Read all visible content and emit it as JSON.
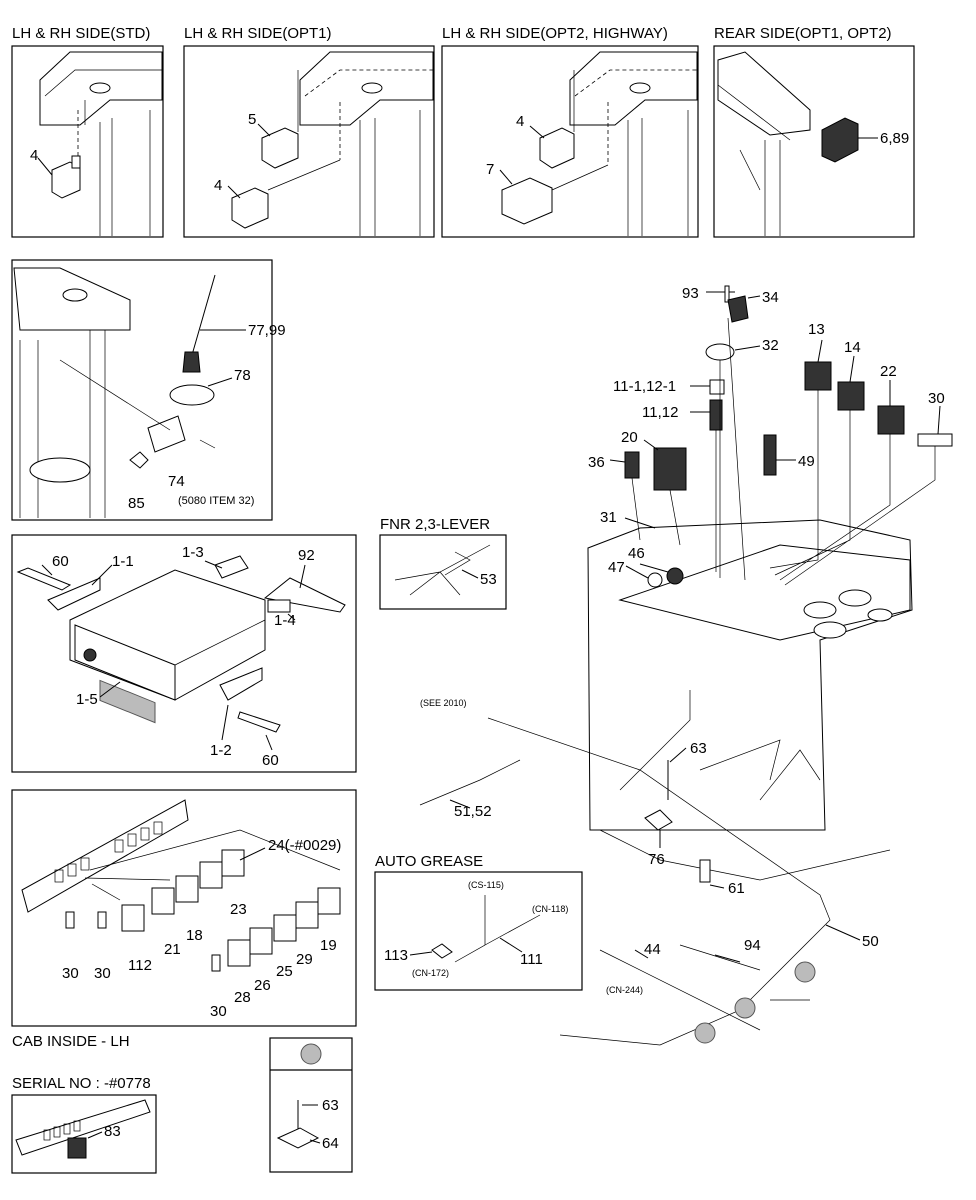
{
  "panels": {
    "std": {
      "title": "LH & RH SIDE(STD)",
      "parts": [
        "4"
      ]
    },
    "opt1": {
      "title": "LH & RH SIDE(OPT1)",
      "parts": [
        "5",
        "4"
      ]
    },
    "opt2": {
      "title": "LH & RH SIDE(OPT2, HIGHWAY)",
      "parts": [
        "4",
        "7"
      ]
    },
    "rear": {
      "title": "REAR SIDE(OPT1, OPT2)",
      "parts": [
        "6,89"
      ]
    },
    "antenna": {
      "parts": [
        "77,99",
        "78",
        "74",
        "85"
      ],
      "note": "(5080 ITEM 32)"
    },
    "radio": {
      "parts": [
        "60",
        "1-1",
        "1-3",
        "92",
        "1-4",
        "1-5",
        "1-2",
        "60"
      ]
    },
    "switches": {
      "parts": [
        "24(-#0029)",
        "23",
        "18",
        "21",
        "112",
        "30",
        "30",
        "19",
        "29",
        "25",
        "26",
        "28",
        "30"
      ]
    },
    "cab_inside": {
      "caption": "CAB INSIDE - LH"
    },
    "serial": {
      "title": "SERIAL NO : -#0778",
      "parts": [
        "83"
      ]
    },
    "clip_detail": {
      "parts": [
        "63",
        "64"
      ]
    },
    "fnr": {
      "title": "FNR 2,3-LEVER",
      "parts": [
        "53"
      ]
    },
    "auto_grease": {
      "title": "AUTO GREASE",
      "parts": [
        "113",
        "111"
      ],
      "connectors": [
        "(CS-115)",
        "(CN-118)",
        "(CN-172)"
      ]
    },
    "main": {
      "see_note": "(SEE 2010)",
      "connector_note": "(CN-244)",
      "parts": [
        "93",
        "34",
        "32",
        "13",
        "14",
        "22",
        "30",
        "11-1,12-1",
        "11,12",
        "20",
        "36",
        "49",
        "31",
        "46",
        "47",
        "63",
        "51,52",
        "76",
        "61",
        "50",
        "44",
        "94"
      ]
    }
  }
}
